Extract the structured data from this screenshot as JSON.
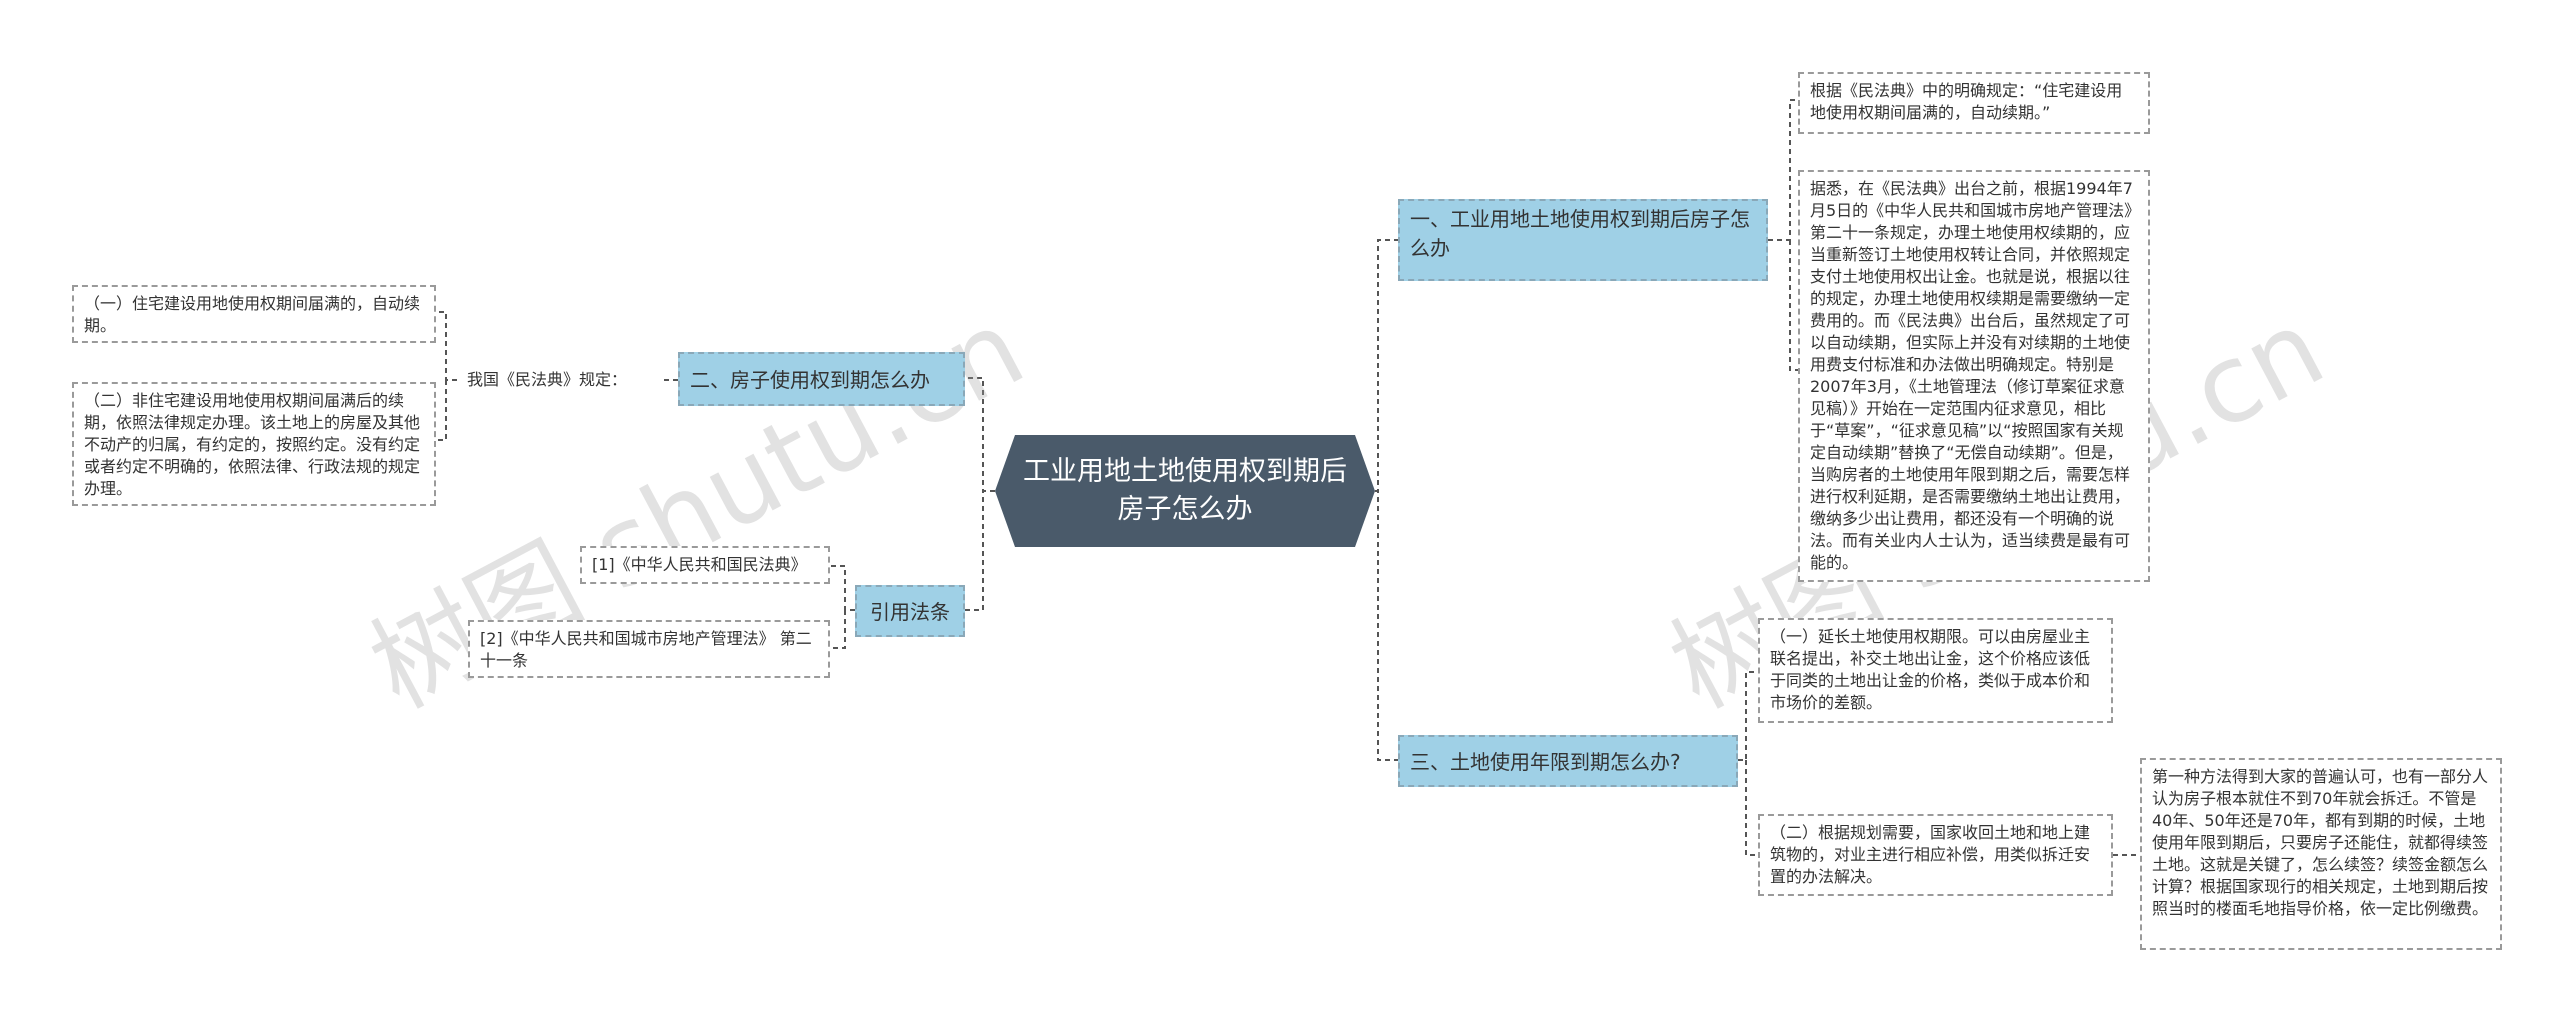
{
  "root": {
    "label": "工业用地土地使用权到期后房子怎么办"
  },
  "branches": {
    "b1": {
      "label": "一、工业用地土地使用权到期后房子怎么办",
      "leaves": [
        "根据《民法典》中的明确规定：“住宅建设用地使用权期间届满的，自动续期。”",
        "据悉，在《民法典》出台之前，根据1994年7月5日的《中华人民共和国城市房地产管理法》第二十一条规定，办理土地使用权续期的，应当重新签订土地使用权转让合同，并依照规定支付土地使用权出让金。也就是说，根据以往的规定，办理土地使用权续期是需要缴纳一定费用的。而《民法典》出台后，虽然规定了可以自动续期，但实际上并没有对续期的土地使用费支付标准和办法做出明确规定。特别是2007年3月，《土地管理法（修订草案征求意见稿）》开始在一定范围内征求意见，相比于“草案”，“征求意见稿”以“按照国家有关规定自动续期”替换了“无偿自动续期”。但是，当购房者的土地使用年限到期之后，需要怎样进行权利延期，是否需要缴纳土地出让费用，缴纳多少出让费用，都还没有一个明确的说法。而有关业内人士认为，适当续费是最有可能的。"
      ]
    },
    "b2": {
      "label": "二、房子使用权到期怎么办",
      "intermediate": "我国《民法典》规定：",
      "leaves": [
        "（一）住宅建设用地使用权期间届满的，自动续期。",
        "（二）非住宅建设用地使用权期间届满后的续期，依照法律规定办理。该土地上的房屋及其他不动产的归属，有约定的，按照约定。没有约定或者约定不明确的，依照法律、行政法规的规定办理。"
      ]
    },
    "b3": {
      "label": "三、土地使用年限到期怎么办?",
      "leaves": [
        "（一）延长土地使用权期限。可以由房屋业主联名提出，补交土地出让金，这个价格应该低于同类的土地出让金的价格，类似于成本价和市场价的差额。",
        "（二）根据规划需要，国家收回土地和地上建筑物的，对业主进行相应补偿，用类似拆迁安置的办法解决。"
      ],
      "subleaf": "第一种方法得到大家的普遍认可，也有一部分人认为房子根本就住不到70年就会拆迁。不管是40年、50年还是70年，都有到期的时候，土地使用年限到期后，只要房子还能住，就都得续签土地。这就是关键了，怎么续签？续签金额怎么计算？根据国家现行的相关规定，土地到期后按照当时的楼面毛地指导价格，依一定比例缴费。"
    },
    "b4": {
      "label": "引用法条",
      "leaves": [
        "[1]《中华人民共和国民法典》",
        "[2]《中华人民共和国城市房地产管理法》 第二十一条"
      ]
    }
  },
  "watermarks": [
    "树图 shutu.cn",
    "树图 shutu.cn"
  ],
  "colors": {
    "root": "#4a5a6a",
    "branch": "#9fd0e6",
    "line": "#555555"
  }
}
